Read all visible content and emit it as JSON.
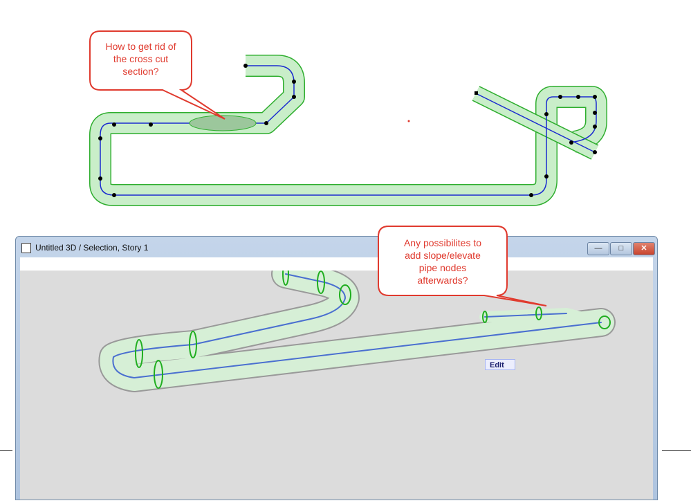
{
  "callouts": {
    "top": [
      "How to get rid of",
      "the cross cut",
      "section?"
    ],
    "bottom": [
      "Any possibilites to",
      "add slope/elevate",
      "pipe nodes",
      "afterwards?"
    ]
  },
  "window": {
    "title": "Untitled 3D / Selection, Story 1",
    "minimize": "—",
    "maximize": "□",
    "close": "✕"
  },
  "viewport": {
    "context_label": "Edit"
  },
  "colors": {
    "pipe_fill": "#c9eec9",
    "pipe_edge": "#2fae2f",
    "centerline": "#1a2ad0",
    "callout": "#e03a2e",
    "close_button": "#c9452f"
  }
}
